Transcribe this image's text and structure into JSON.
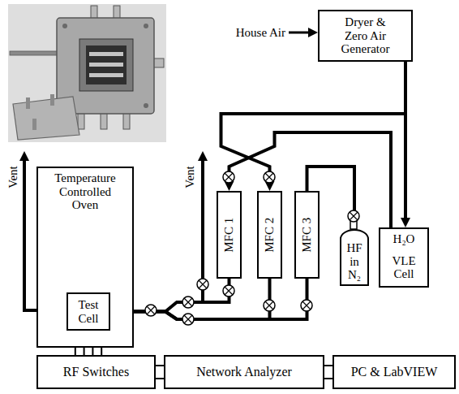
{
  "diagram": {
    "nodes": [
      {
        "text": [
          "Dryer & Zero Air Generator"
        ]
      },
      {
        "text": [
          "Temperature Controlled Oven"
        ]
      },
      {
        "text": [
          "Test Cell"
        ],
        "in": 1
      },
      {
        "text": [
          "MFC 1"
        ]
      },
      {
        "text": [
          "MFC 2"
        ]
      },
      {
        "text": [
          "MFC 3"
        ]
      },
      {
        "text": [
          "HF in N₂"
        ]
      },
      {
        "text": [
          "H₂O",
          "VLE Cell"
        ]
      },
      {
        "text": [
          "RF Switches"
        ]
      },
      {
        "text": [
          "Network Analyzer"
        ]
      },
      {
        "text": [
          "PC & LabVIEW"
        ]
      }
    ],
    "edges": [
      {
        "from": 0,
        "to": 7,
        "arrow": "to"
      },
      {
        "from": 0,
        "to": 4,
        "arrow": "to"
      },
      {
        "from": 7,
        "to": 3,
        "arrow": "to"
      },
      {
        "from": 6,
        "to": 5,
        "arrow": "none"
      },
      {
        "from": 3,
        "to": 2,
        "arrow": "none"
      },
      {
        "from": 4,
        "to": 2,
        "arrow": "none"
      },
      {
        "from": 5,
        "to": 2,
        "arrow": "none"
      },
      {
        "from": 2,
        "to": 8,
        "arrow": "none"
      },
      {
        "from": 8,
        "to": 9,
        "arrow": "none"
      },
      {
        "from": 9,
        "to": 10,
        "arrow": "none"
      }
    ],
    "labels": [
      "House Air",
      "Vent",
      "Vent"
    ]
  }
}
